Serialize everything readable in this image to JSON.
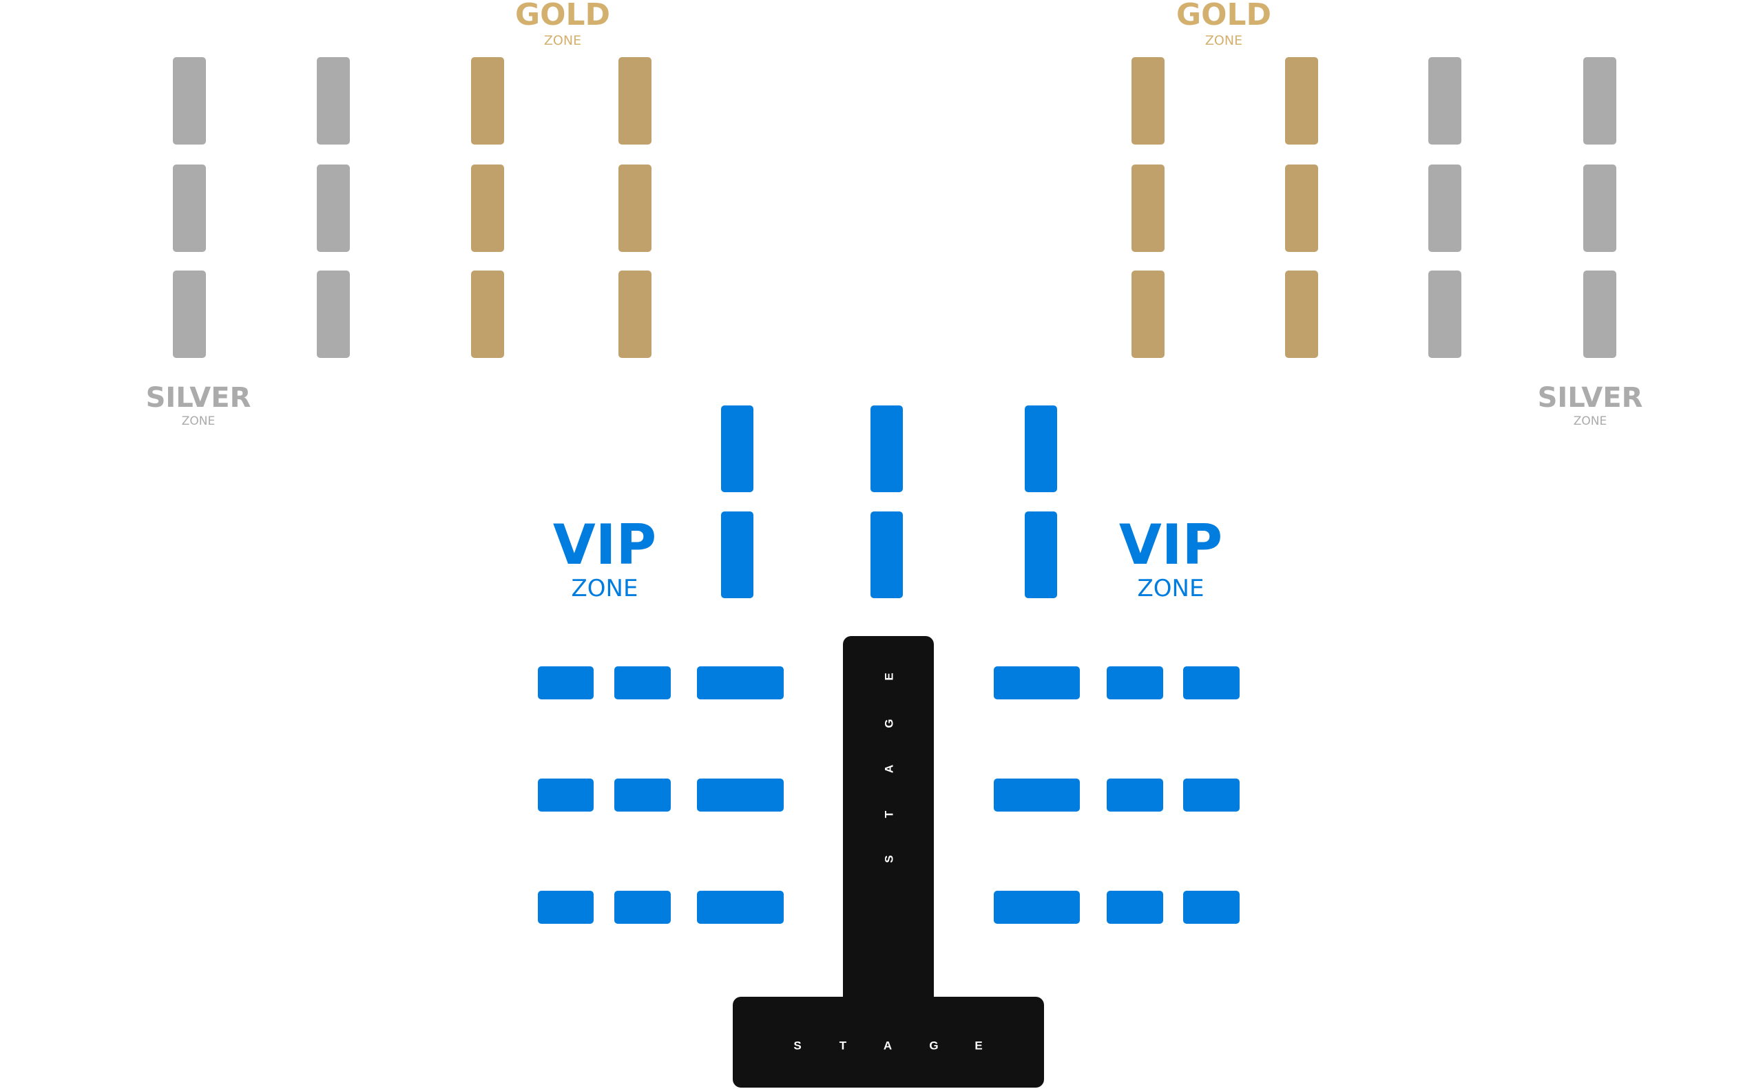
{
  "zones": {
    "gold": {
      "title": "GOLD",
      "subtitle": "ZONE",
      "color": "#d4b06f"
    },
    "silver": {
      "title": "SILVER",
      "subtitle": "ZONE",
      "color": "#ababab"
    },
    "vip": {
      "title": "VIP",
      "subtitle": "ZONE",
      "color": "#007ddf"
    }
  },
  "stage": {
    "letters": [
      "S",
      "T",
      "A",
      "G",
      "E"
    ],
    "color": "#111111"
  }
}
